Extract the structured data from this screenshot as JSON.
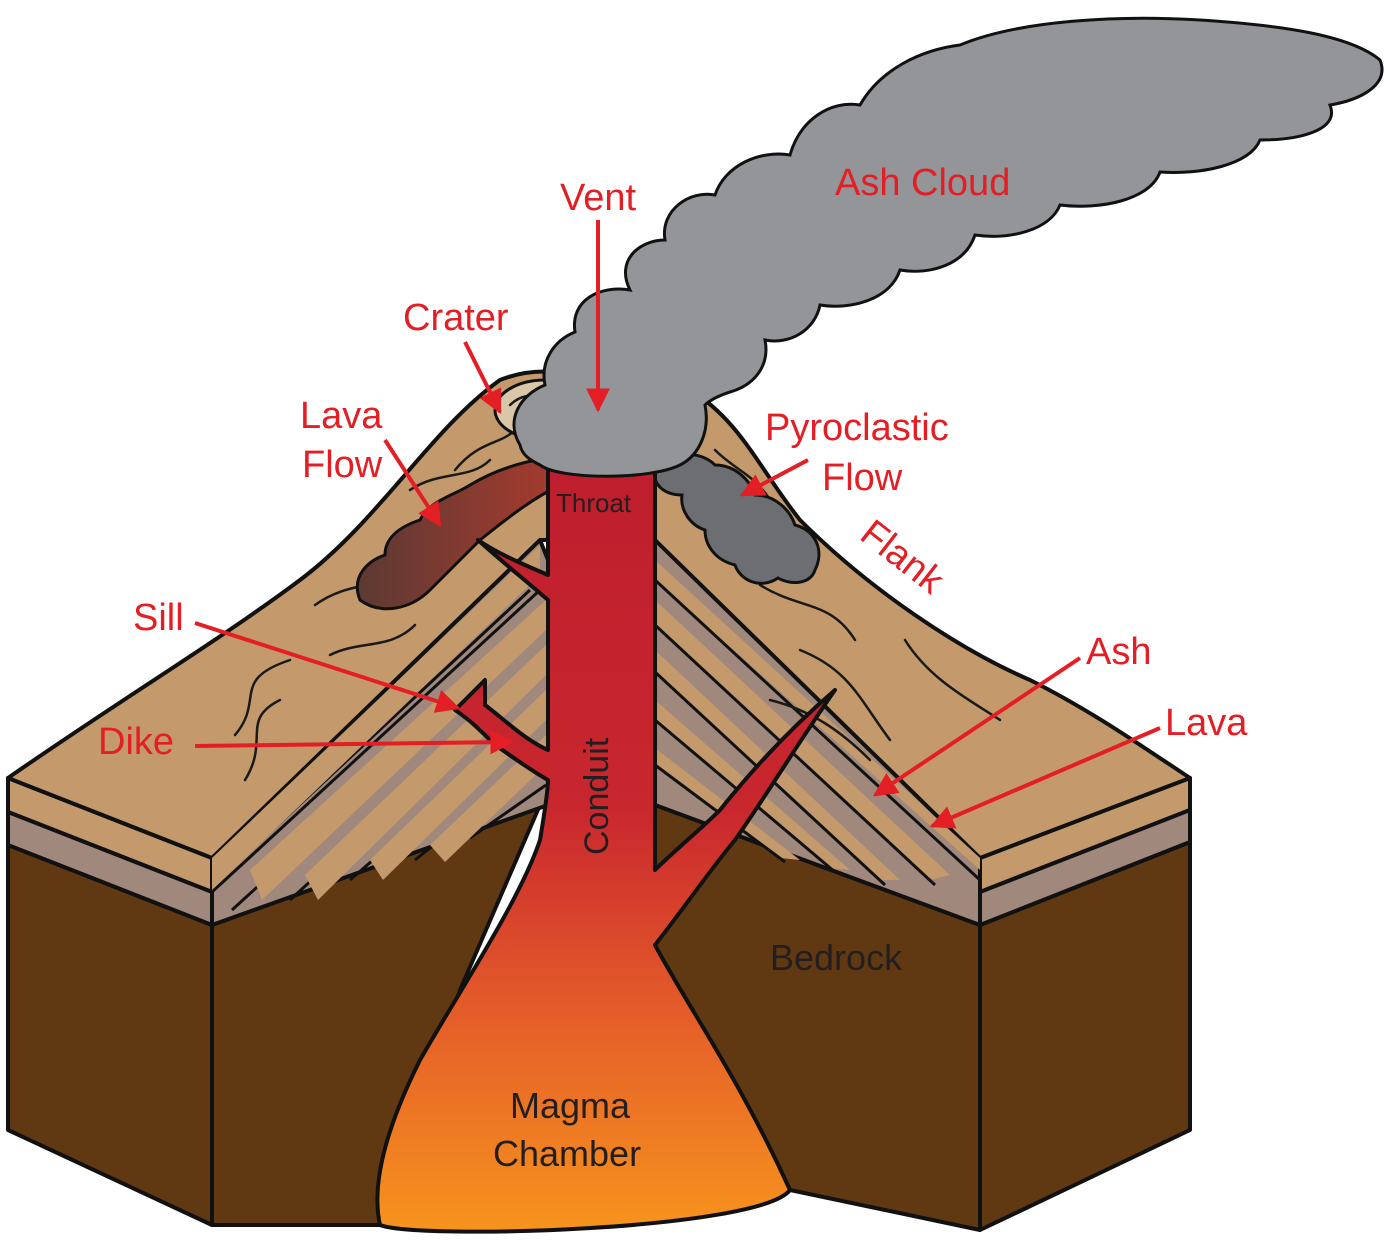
{
  "labels": {
    "ash_cloud": "Ash Cloud",
    "vent": "Vent",
    "crater": "Crater",
    "lava_flow_1": "Lava",
    "lava_flow_2": "Flow",
    "pyroclastic_1": "Pyroclastic",
    "pyroclastic_2": "Flow",
    "flank": "Flank",
    "throat": "Throat",
    "sill": "Sill",
    "dike": "Dike",
    "conduit": "Conduit",
    "ash": "Ash",
    "lava": "Lava",
    "bedrock": "Bedrock",
    "magma_1": "Magma",
    "magma_2": "Chamber"
  },
  "colors": {
    "label_red": "#e31e24",
    "ash_cloud": "#939598",
    "pyroclastic": "#6d6e71",
    "surface": "#c49a6c",
    "ash_layer": "#a0887c",
    "bedrock": "#603913",
    "magma_top": "#be1e2d",
    "magma_bottom": "#f7941d",
    "lava_flow": "#8b3a2f"
  }
}
